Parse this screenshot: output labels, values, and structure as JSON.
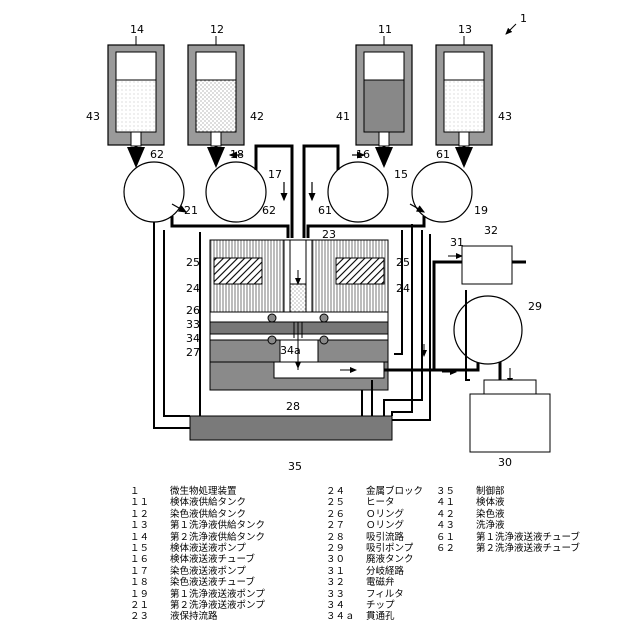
{
  "figure_number": "1",
  "refs": {
    "r14": "14",
    "r12": "12",
    "r11": "11",
    "r13": "13",
    "r43a": "43",
    "r42": "42",
    "r41": "41",
    "r43b": "43",
    "r62a": "62",
    "r18": "18",
    "r16": "16",
    "r61a": "61",
    "r17": "17",
    "r15": "15",
    "r21": "21",
    "r62b": "62",
    "r61b": "61",
    "r19": "19",
    "r23": "23",
    "r31": "31",
    "r32": "32",
    "r25a": "25",
    "r25b": "25",
    "r24a": "24",
    "r24b": "24",
    "r26": "26",
    "r33": "33",
    "r34": "34",
    "r27": "27",
    "r34a": "34a",
    "r29": "29",
    "r28": "28",
    "r30": "30",
    "r35": "35"
  },
  "legend": [
    {
      "num": "１",
      "label": "微生物処理装置"
    },
    {
      "num": "１１",
      "label": "検体液供給タンク"
    },
    {
      "num": "１２",
      "label": "染色液供給タンク"
    },
    {
      "num": "１３",
      "label": "第１洗浄液供給タンク"
    },
    {
      "num": "１４",
      "label": "第２洗浄液供給タンク"
    },
    {
      "num": "１５",
      "label": "検体液送液ポンプ"
    },
    {
      "num": "１６",
      "label": "検体液送液チューブ"
    },
    {
      "num": "１７",
      "label": "染色液送液ポンプ"
    },
    {
      "num": "１８",
      "label": "染色液送液チューブ"
    },
    {
      "num": "１９",
      "label": "第１洗浄液送液ポンプ"
    },
    {
      "num": "２１",
      "label": "第２洗浄液送液ポンプ"
    },
    {
      "num": "２３",
      "label": "液保持流路"
    },
    {
      "num": "２４",
      "label": "金属ブロック"
    },
    {
      "num": "２５",
      "label": "ヒータ"
    },
    {
      "num": "２６",
      "label": "Ｏリング"
    },
    {
      "num": "２７",
      "label": "Ｏリング"
    },
    {
      "num": "２８",
      "label": "吸引流路"
    },
    {
      "num": "２９",
      "label": "吸引ポンプ"
    },
    {
      "num": "３０",
      "label": "廃液タンク"
    },
    {
      "num": "３１",
      "label": "分岐経路"
    },
    {
      "num": "３２",
      "label": "電磁弁"
    },
    {
      "num": "３３",
      "label": "フィルタ"
    },
    {
      "num": "３４",
      "label": "チップ"
    },
    {
      "num": "３４ａ",
      "label": "貫通孔"
    },
    {
      "num": "３５",
      "label": "制御部"
    },
    {
      "num": "４１",
      "label": "検体液"
    },
    {
      "num": "４２",
      "label": "染色液"
    },
    {
      "num": "４３",
      "label": "洗浄液"
    },
    {
      "num": "６１",
      "label": "第１洗浄液送液チューブ"
    },
    {
      "num": "６２",
      "label": "第２洗浄液送液チューブ"
    }
  ]
}
